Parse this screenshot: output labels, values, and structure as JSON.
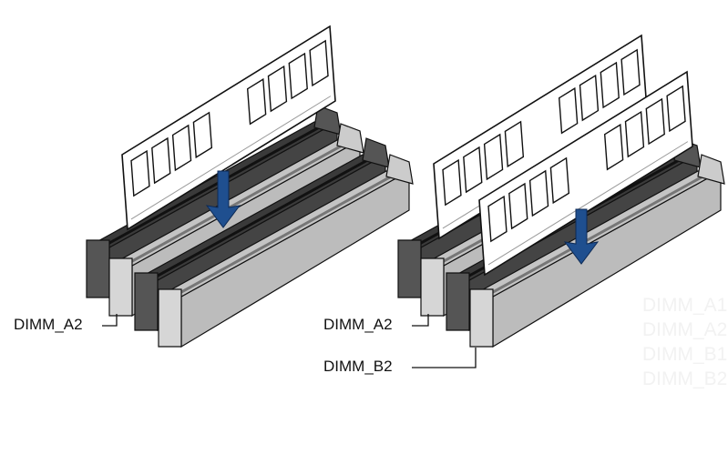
{
  "labels": {
    "left_a2": "DIMM_A2",
    "right_a2": "DIMM_A2",
    "right_b2": "DIMM_B2"
  },
  "faint_labels": [
    "DIMM_A1",
    "DIMM_A2",
    "DIMM_B1",
    "DIMM_B2"
  ],
  "colors": {
    "arrow": "#1f4f8f",
    "dark_slot": "#555555",
    "light_slot": "#d4d4d4"
  }
}
